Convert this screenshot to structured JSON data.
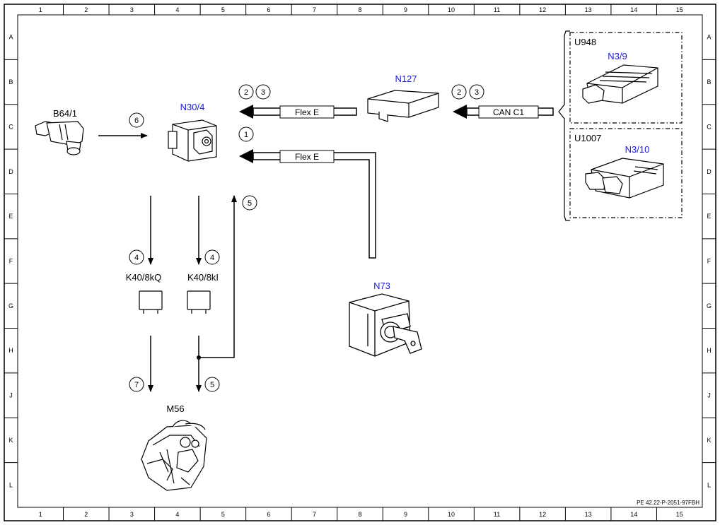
{
  "ruler": {
    "columns": [
      "1",
      "2",
      "3",
      "4",
      "5",
      "6",
      "7",
      "8",
      "9",
      "10",
      "11",
      "12",
      "13",
      "14",
      "15"
    ],
    "rows": [
      "A",
      "B",
      "C",
      "D",
      "E",
      "F",
      "G",
      "H",
      "J",
      "K",
      "L"
    ]
  },
  "components": {
    "b64_1": "B64/1",
    "n30_4": "N30/4",
    "n127": "N127",
    "n73": "N73",
    "k40_8kq": "K40/8kQ",
    "k40_8ki": "K40/8kI",
    "m56": "M56",
    "u948": "U948",
    "n3_9": "N3/9",
    "u1007": "U1007",
    "n3_10": "N3/10"
  },
  "buses": {
    "flex_e_upper": "Flex E",
    "flex_e_lower": "Flex E",
    "can_c1": "CAN C1"
  },
  "numbers": {
    "n6": "6",
    "n1": "1",
    "n2a": "2",
    "n3a": "3",
    "n2b": "2",
    "n3b": "3",
    "n5_up": "5",
    "n4a": "4",
    "n4b": "4",
    "n7": "7",
    "n5_down": "5"
  },
  "doc_id": "PE 42.22-P-2051-97FBH",
  "colors": {
    "ink": "#000000",
    "component_blue": "#1a1adb",
    "background": "#ffffff"
  }
}
